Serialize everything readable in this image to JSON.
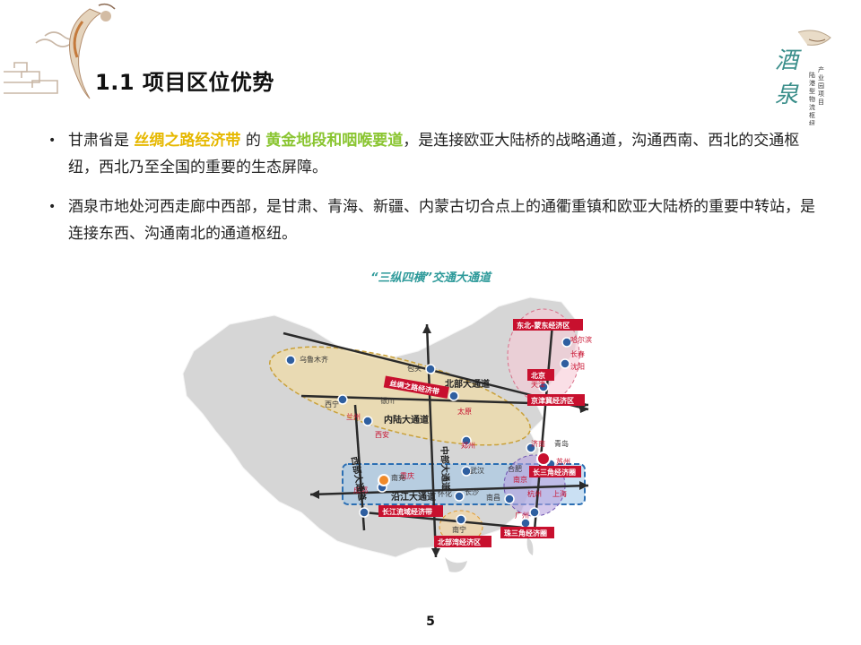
{
  "slide": {
    "title": "1.1 项目区位优势",
    "page_number": "5"
  },
  "bullets": [
    {
      "before": "甘肃省是",
      "highlight1": "丝绸之路经济带",
      "middle": "的",
      "highlight2": "黄金地段和咽喉要道",
      "after": "，是连接欧亚大陆桥的战略通道，沟通西南、西北的交通枢纽，西北乃至全国的重要的生态屏障。"
    },
    {
      "text": "酒泉市地处河西走廊中西部，是甘肃、青海、新疆、内蒙古切合点上的通衢重镇和欧亚大陆桥的重要中转站，是连接东西、沟通南北的通道枢纽。"
    }
  ],
  "map": {
    "caption": "“三纵四横”交通大通道",
    "boxes": {
      "silk_road": "丝绸之路经济带",
      "northeast": "东北-蒙东经济区",
      "beijing": "北京",
      "jingjinji": "京津冀经济区",
      "yangtze_delta": "长三角经济圈",
      "yangtze_belt": "长江流域经济带",
      "beibu": "北部湾经济区",
      "pearl_delta": "珠三角经济圈"
    },
    "cities": {
      "urumqi": "乌鲁木齐",
      "baotou": "包头",
      "yinchuan": "银川",
      "xining": "西宁",
      "lanzhou": "兰州",
      "xian": "西安",
      "taiyuan": "太原",
      "zhengzhou": "郑州",
      "wuhan": "武汉",
      "chongqing": "重庆",
      "chengdu": "成都",
      "nanchong": "南充",
      "changsha": "长沙",
      "nanchang": "南昌",
      "huaihua": "怀化",
      "hefei": "合肥",
      "nanjing": "南京",
      "shanghai": "上海",
      "hangzhou": "杭州",
      "suzhou": "苏州",
      "jinan": "济南",
      "qingdao": "青岛",
      "tianjin": "天津",
      "harbin": "哈尔滨",
      "changchun": "长春",
      "shenyang": "沈阳",
      "guangzhou": "广州",
      "nanning": "南宁"
    },
    "corridors": {
      "north": "北部大通道",
      "inland": "内陆大通道",
      "west": "西部大通道",
      "central": "中部大通道",
      "yangtze": "沿江大通道"
    }
  },
  "logo": {
    "text": "酒泉",
    "subtitle": "产业园项目 陆港型物流枢纽"
  },
  "colors": {
    "highlight_yellow": "#e6b800",
    "highlight_green": "#8ac531",
    "caption_teal": "#2e9a9a",
    "label_red": "#c8102e"
  }
}
